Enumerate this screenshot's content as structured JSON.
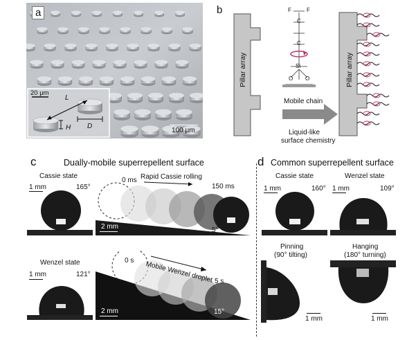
{
  "panel_a": {
    "letter": "a",
    "scale_bar": "100 μm",
    "inset_scale_bar": "20 μm",
    "dim_L": "L",
    "dim_H": "H",
    "dim_D": "D"
  },
  "panel_b": {
    "letter": "b",
    "left_label": "Pillar array",
    "right_label": "Pillar array",
    "mobile_chain": "Mobile chain",
    "arrow_text_1": "Liquid-like",
    "arrow_text_2": "surface chemistry",
    "atom_F": "F",
    "atom_C": "C",
    "atom_Si": "Si",
    "atom_O": "O"
  },
  "panel_c": {
    "letter": "c",
    "title": "Dually-mobile superrepellent surface",
    "cassie_label": "Cassie state",
    "cassie_scale": "1 mm",
    "cassie_angle": "165°",
    "rolling_label": "Rapid Cassie rolling",
    "rolling_t0": "0 ms",
    "rolling_t1": "150 ms",
    "rolling_scale": "2 mm",
    "rolling_tilt": "5°",
    "wenzel_label": "Wenzel state",
    "wenzel_scale": "1 mm",
    "wenzel_angle": "121°",
    "mobile_label": "Mobile Wenzel droplet",
    "mobile_t0": "0 s",
    "mobile_t1": "5 s",
    "mobile_scale": "2 mm",
    "mobile_tilt": "15°"
  },
  "panel_d": {
    "letter": "d",
    "title": "Common superrepellent surface",
    "cassie_label": "Cassie state",
    "cassie_scale": "1 mm",
    "cassie_angle": "160°",
    "wenzel_label": "Wenzel state",
    "wenzel_scale": "1 mm",
    "wenzel_angle": "109°",
    "pinning_label_1": "Pinning",
    "pinning_label_2": "(90° tilting)",
    "pinning_scale": "1 mm",
    "hanging_label_1": "Hanging",
    "hanging_label_2": "(180° turning)",
    "hanging_scale": "1 mm"
  }
}
